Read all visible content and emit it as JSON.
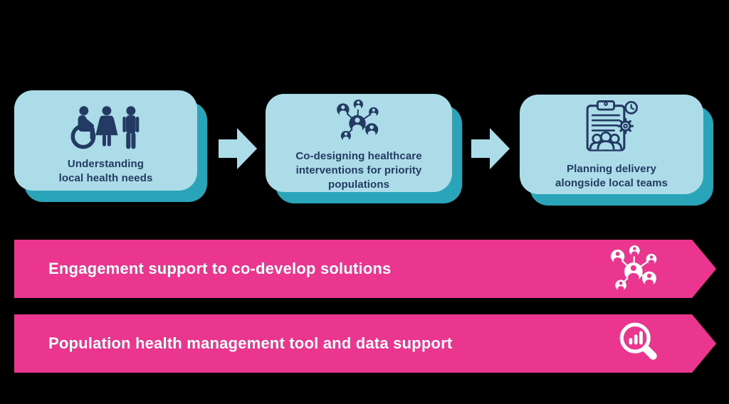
{
  "diagram": {
    "process_steps": [
      {
        "label": "Understanding\nlocal health needs",
        "icon": "people-group-icon"
      },
      {
        "label": "Co-designing healthcare\ninterventions for priority\npopulations",
        "icon": "people-network-icon"
      },
      {
        "label": "Planning delivery\nalongside local teams",
        "icon": "clipboard-plan-icon"
      }
    ],
    "flow_arrows": [
      {
        "icon": "right-block-arrow-icon"
      },
      {
        "icon": "right-block-arrow-icon"
      }
    ],
    "support_banners": [
      {
        "label": "Engagement support to co-develop solutions",
        "icon": "people-network-icon"
      },
      {
        "label": "Population health management tool and data support",
        "icon": "magnifier-chart-icon"
      }
    ]
  },
  "colors": {
    "background": "#000000",
    "card_fill": "#ABDCE8",
    "card_shadow": "#2AA4B8",
    "navy": "#233A63",
    "pink": "#EB3690",
    "white": "#FFFFFF"
  }
}
